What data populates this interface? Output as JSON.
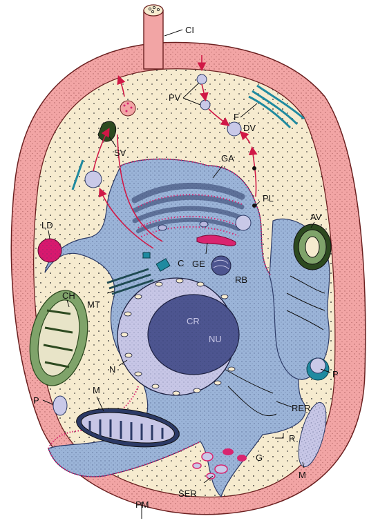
{
  "labels": {
    "ci": "CI",
    "pv": "PV",
    "f": "F",
    "dv": "DV",
    "sv": "SV",
    "ga": "GA",
    "pl": "PL",
    "av": "AV",
    "ld": "LD",
    "c": "C",
    "ge": "GE",
    "rb": "RB",
    "mt": "MT",
    "ch": "CH",
    "cr": "CR",
    "nu": "NU",
    "n": "N",
    "p_right": "P",
    "p_left": "P",
    "m_left": "M",
    "rer": "RER",
    "r": "R",
    "g": "G",
    "m_right": "M",
    "ser": "SER",
    "pm": "PM"
  },
  "colors": {
    "cell_wall": "#f2a5a5",
    "cytoplasm": "#f6ebcf",
    "er_membrane": "#9bb4d8",
    "ribosome_border": "#d9246f",
    "vesicle": "#c9c9e8",
    "nucleus": "#c7c6e6",
    "chromatin": "#4d5590",
    "chloroplast": "#7fa36a",
    "lipid_droplet": "#d8186e",
    "arrow": "#d01846",
    "teal": "#1f8aa0"
  }
}
